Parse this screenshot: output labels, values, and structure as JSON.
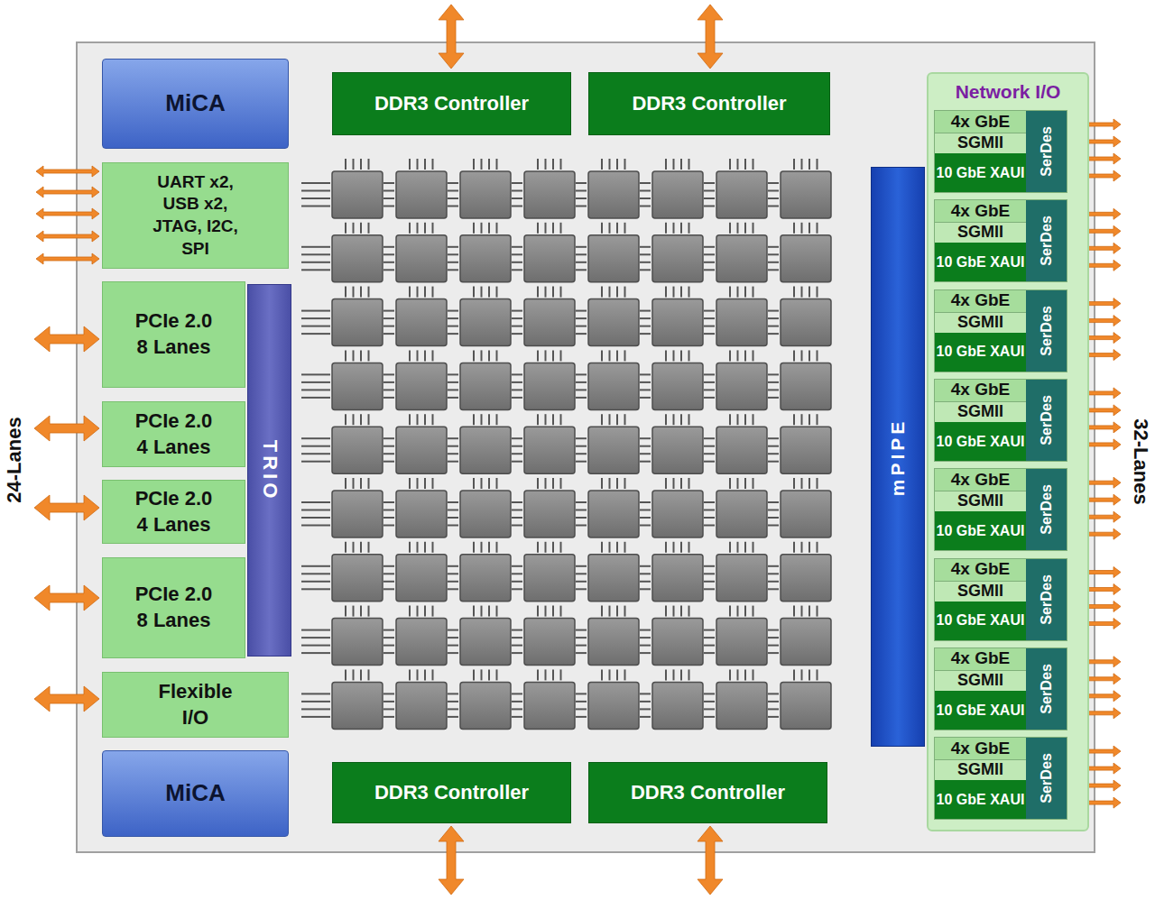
{
  "diagram": {
    "nodes": [
      {
        "text": [
          "MiCA"
        ]
      },
      {
        "text": [
          "UART x2, USB x2, JTAG, I2C, SPI"
        ]
      },
      {
        "text": [
          "PCIe 2.0 8 Lanes"
        ]
      },
      {
        "text": [
          "PCIe 2.0 4 Lanes"
        ]
      },
      {
        "text": [
          "PCIe 2.0 4 Lanes"
        ]
      },
      {
        "text": [
          "PCIe 2.0 8 Lanes"
        ]
      },
      {
        "text": [
          "TRIO"
        ]
      },
      {
        "text": [
          "Flexible I/O"
        ]
      },
      {
        "text": [
          "MiCA"
        ]
      },
      {
        "text": [
          "DDR3 Controller"
        ]
      },
      {
        "text": [
          "DDR3 Controller"
        ]
      },
      {
        "text": [
          "DDR3 Controller"
        ]
      },
      {
        "text": [
          "DDR3 Controller"
        ]
      },
      {
        "text": [
          "mPIPE"
        ]
      },
      {
        "text": [
          "Network I/O"
        ]
      },
      {
        "text": [
          "4x GbE",
          "SGMII",
          "10 GbE XAUI",
          "SerDes"
        ],
        "in": 14
      },
      {
        "text": [
          "4x GbE",
          "SGMII",
          "10 GbE XAUI",
          "SerDes"
        ],
        "in": 14
      },
      {
        "text": [
          "4x GbE",
          "SGMII",
          "10 GbE XAUI",
          "SerDes"
        ],
        "in": 14
      },
      {
        "text": [
          "4x GbE",
          "SGMII",
          "10 GbE XAUI",
          "SerDes"
        ],
        "in": 14
      },
      {
        "text": [
          "4x GbE",
          "SGMII",
          "10 GbE XAUI",
          "SerDes"
        ],
        "in": 14
      },
      {
        "text": [
          "4x GbE",
          "SGMII",
          "10 GbE XAUI",
          "SerDes"
        ],
        "in": 14
      },
      {
        "text": [
          "4x GbE",
          "SGMII",
          "10 GbE XAUI",
          "SerDes"
        ],
        "in": 14
      },
      {
        "text": [
          "4x GbE",
          "SGMII",
          "10 GbE XAUI",
          "SerDes"
        ],
        "in": 14
      }
    ],
    "labels": [
      "24-Lanes",
      "32-Lanes"
    ]
  }
}
